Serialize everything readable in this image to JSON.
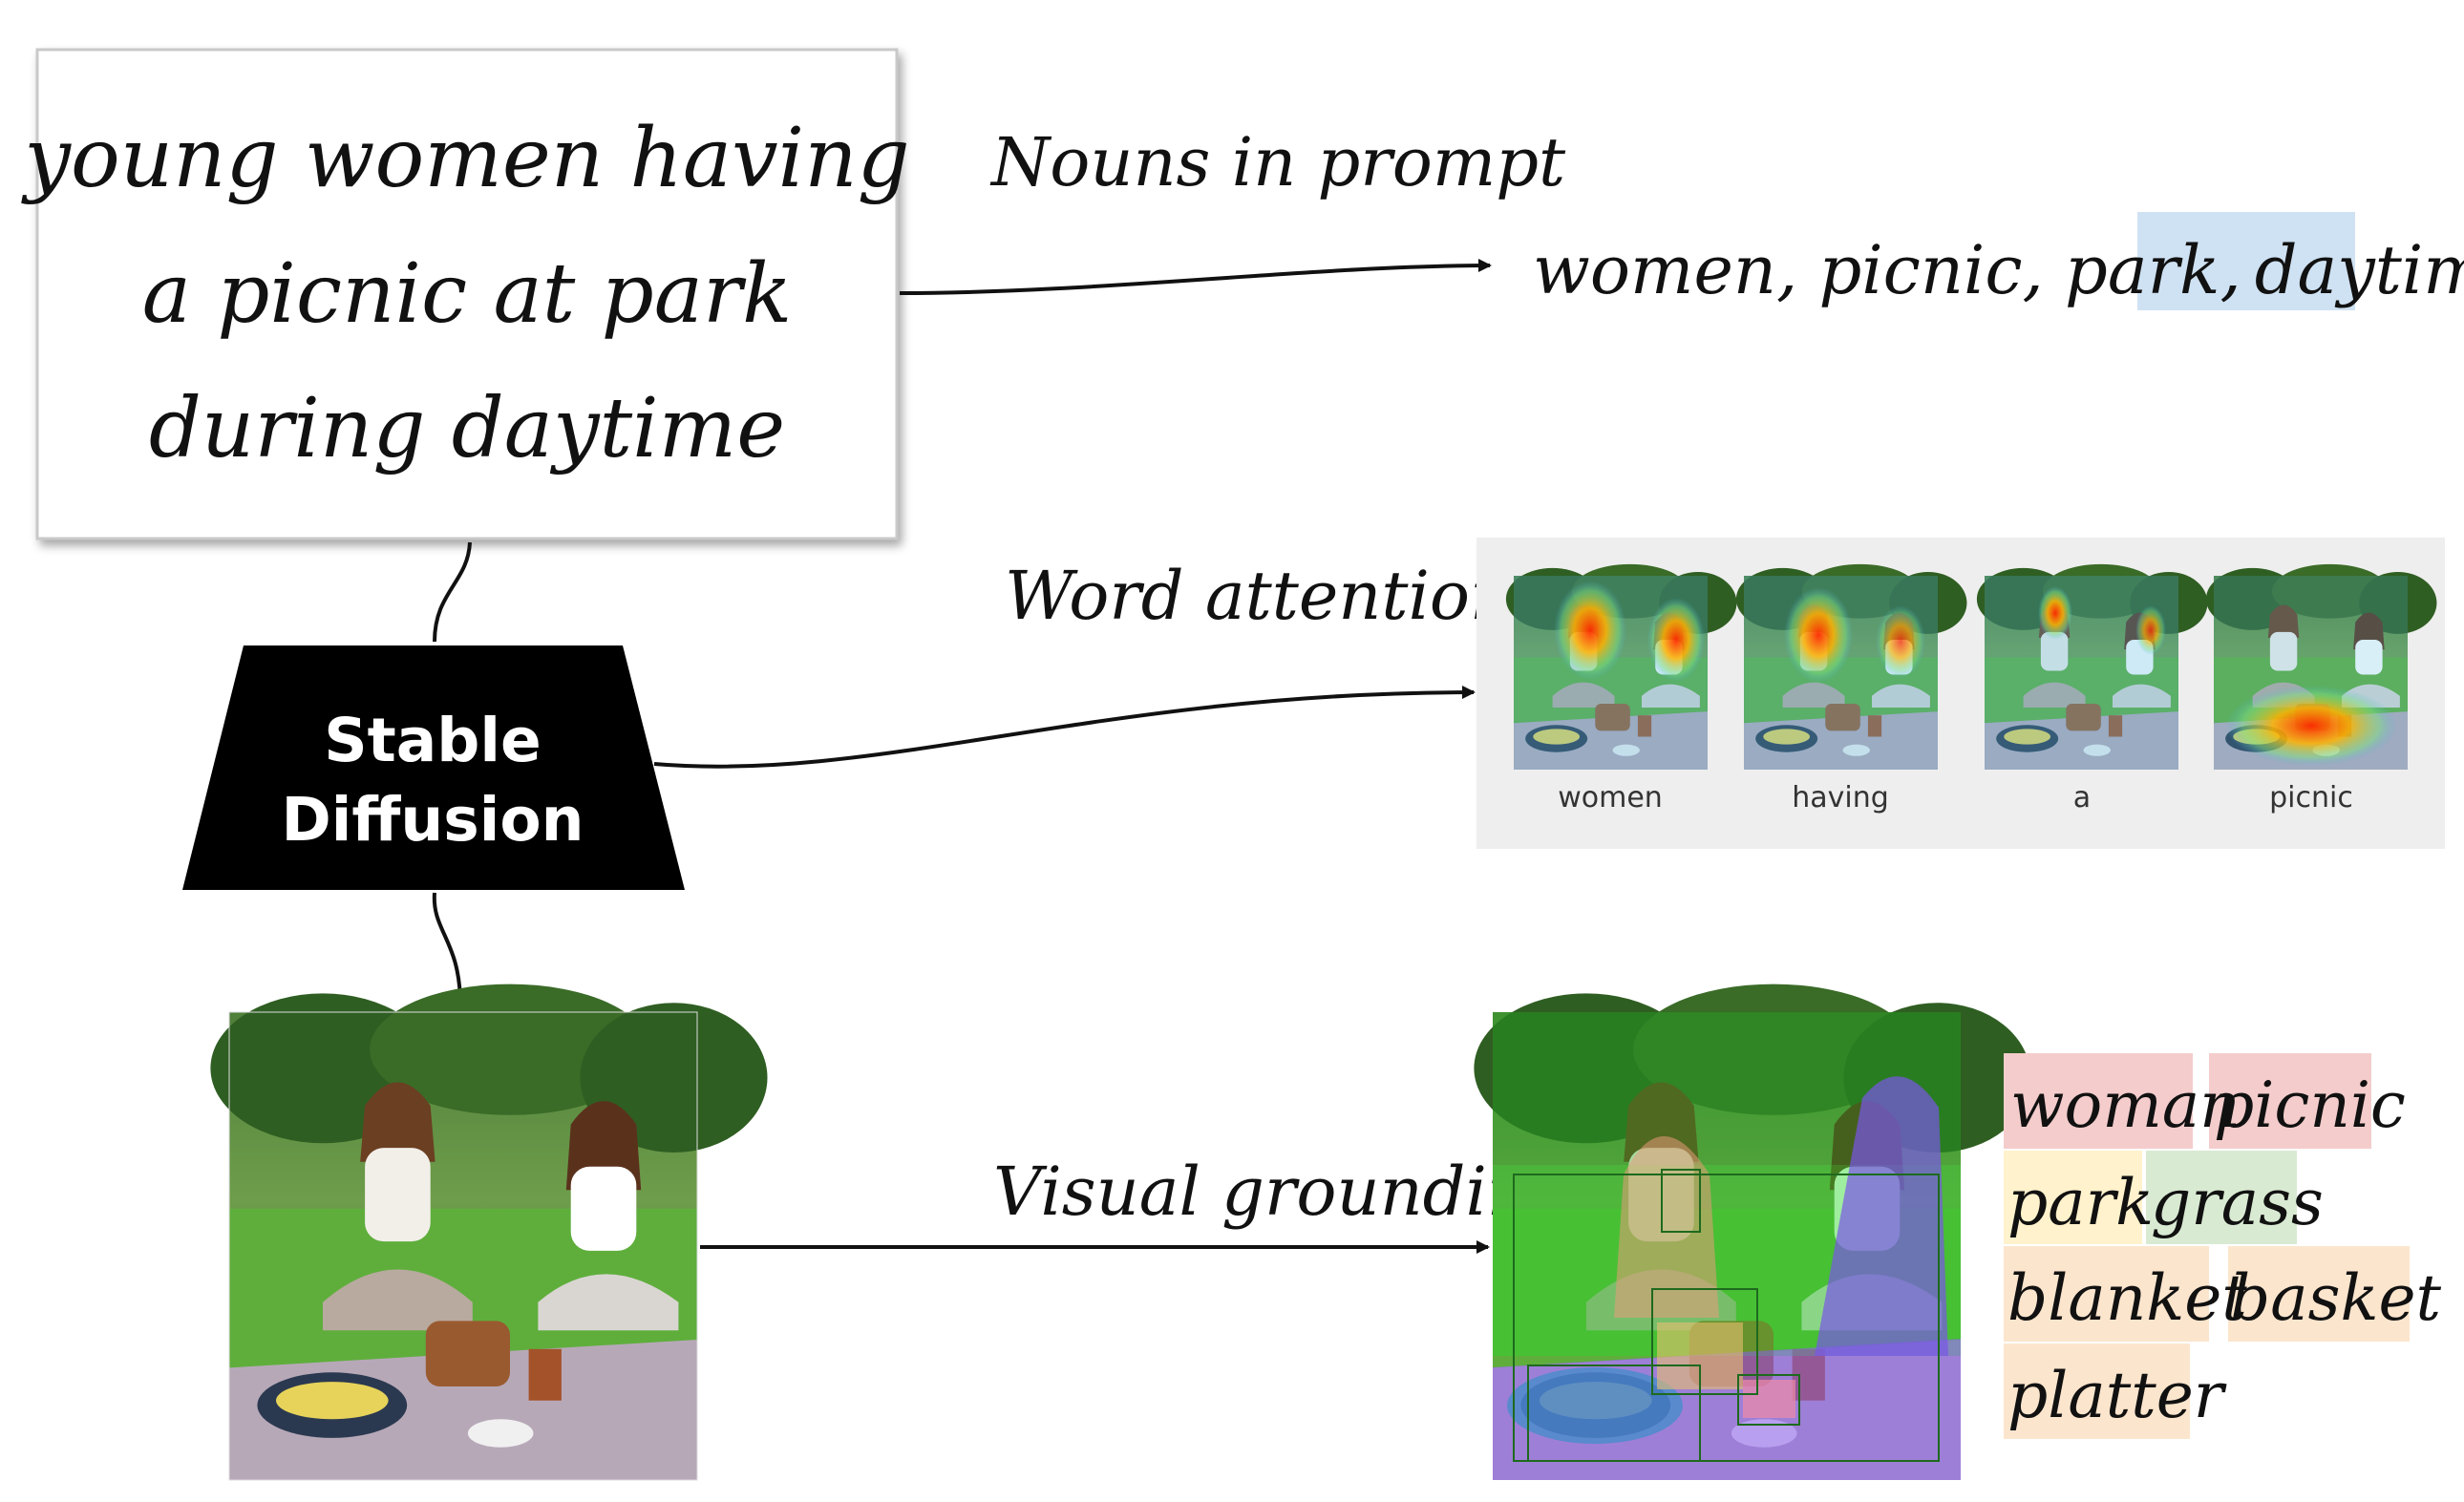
{
  "prompt": {
    "line1": "young women having",
    "line2": "a picnic at park",
    "line3": "during daytime"
  },
  "model": {
    "line1": "Stable",
    "line2": "Diffusion"
  },
  "labels": {
    "nouns": "Nouns in prompt",
    "attention": "Word attention",
    "grounding": "Visual grounding"
  },
  "nouns": {
    "prefix": "women, picnic, park,",
    "highlighted": "daytime",
    "highlight_color": "#cfe2f3"
  },
  "attention_maps": [
    {
      "word": "women"
    },
    {
      "word": "having"
    },
    {
      "word": "a"
    },
    {
      "word": "picnic"
    }
  ],
  "grounding_tags": [
    {
      "text": "woman",
      "color": "#f4cccc"
    },
    {
      "text": "picnic",
      "color": "#f4cccc"
    },
    {
      "text": "park",
      "color": "#fff2cc"
    },
    {
      "text": "grass",
      "color": "#d9ead3"
    },
    {
      "text": "blanket",
      "color": "#fce5cd"
    },
    {
      "text": "basket",
      "color": "#fce5cd"
    },
    {
      "text": "platter",
      "color": "#fce5cd"
    }
  ]
}
